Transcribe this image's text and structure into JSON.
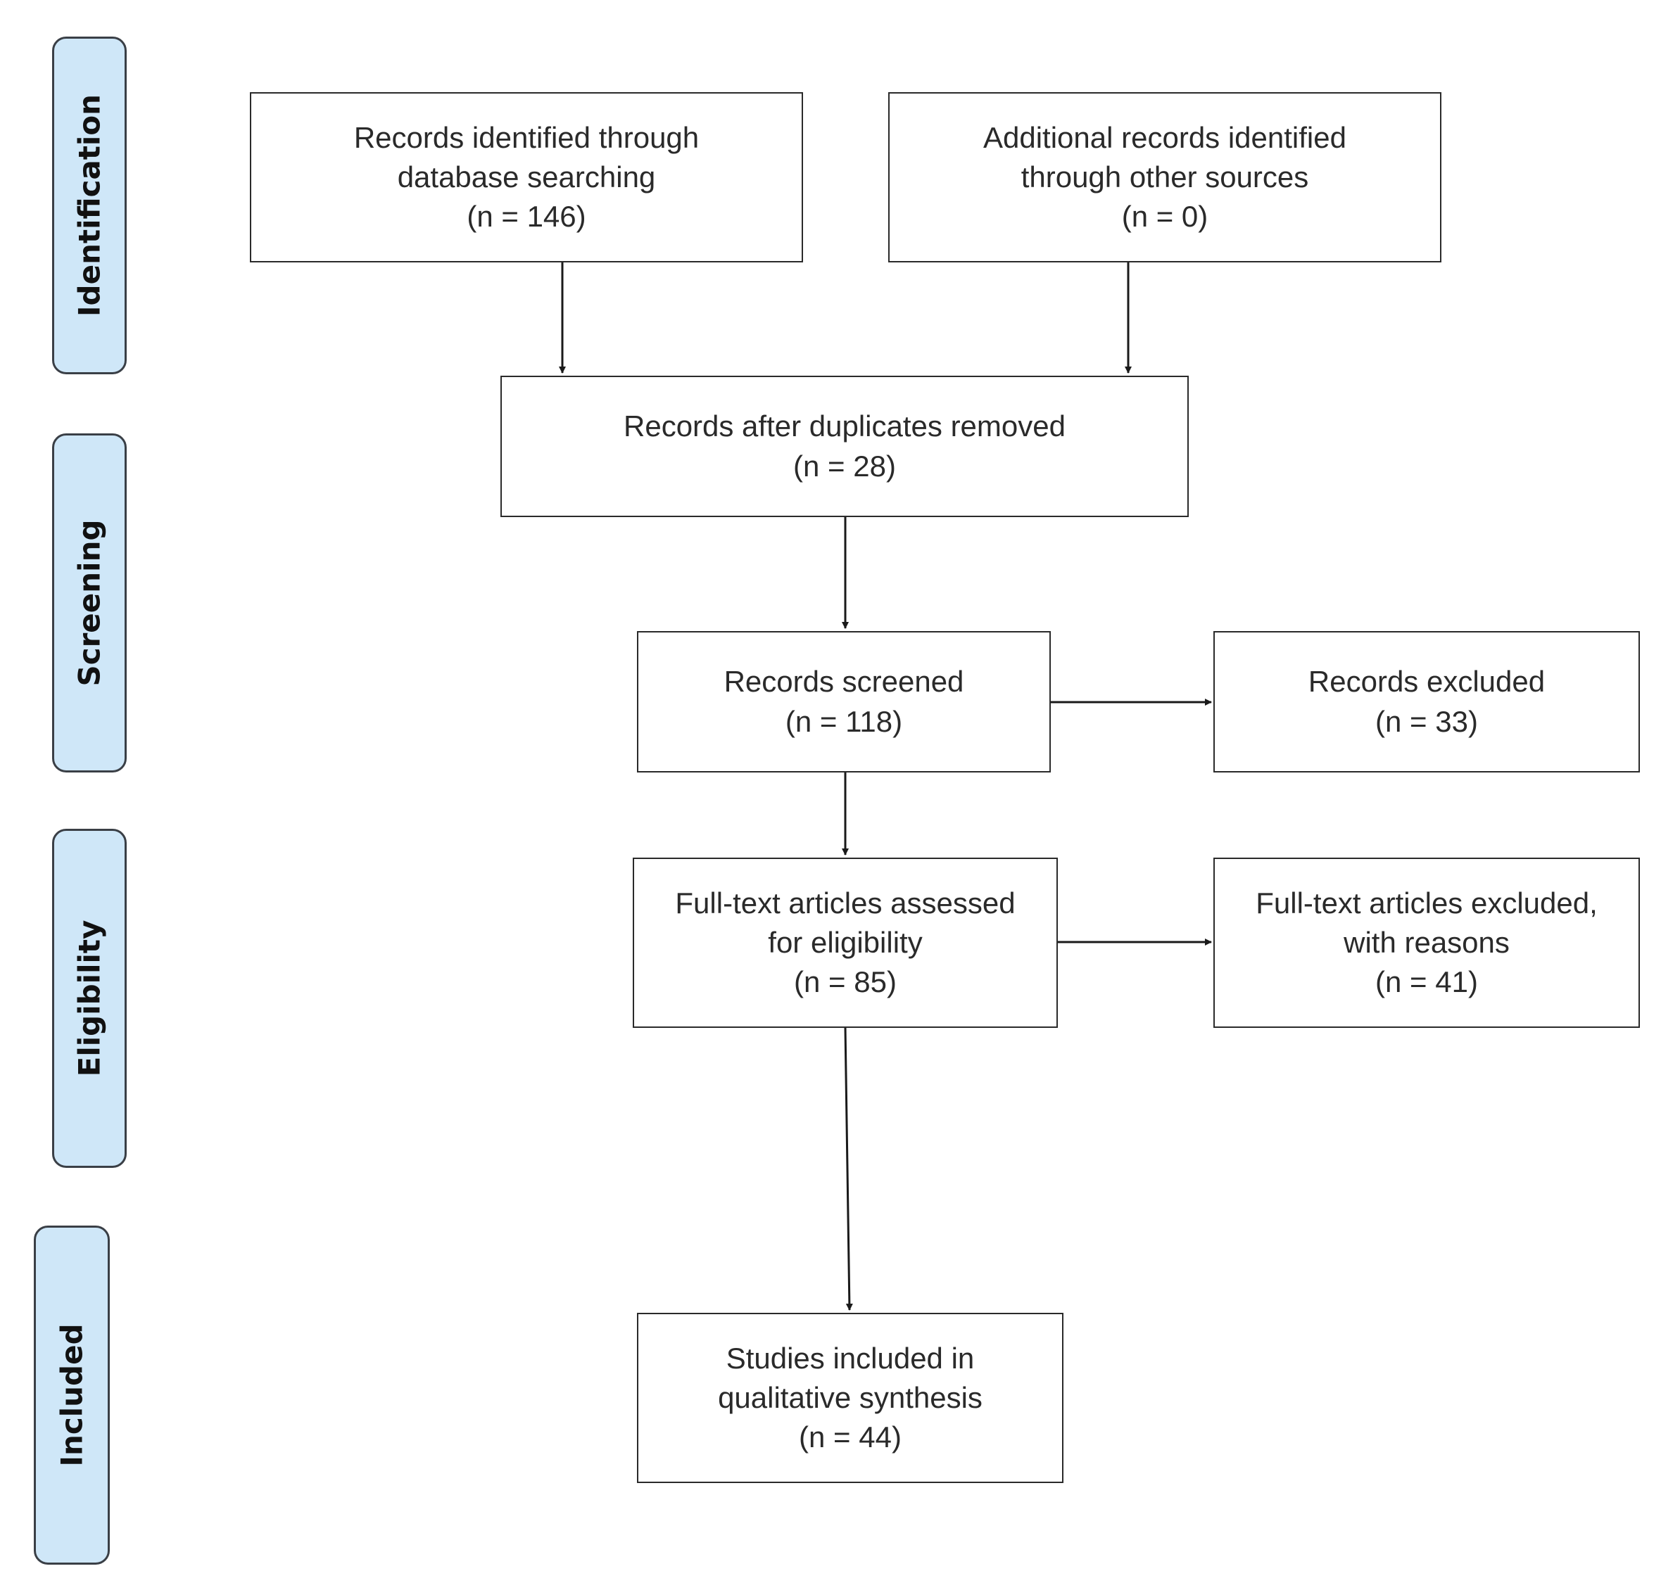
{
  "phases": {
    "identification": "Identification",
    "screening": "Screening",
    "eligibility": "Eligibility",
    "included": "Included"
  },
  "boxes": {
    "database_records": [
      "Records identified through",
      "database searching",
      "(n = 146)"
    ],
    "other_sources": [
      "Additional records identified",
      "through other sources",
      "(n = 0)"
    ],
    "after_duplicates": [
      "Records after duplicates removed",
      "(n = 28)"
    ],
    "screened": [
      "Records screened",
      "(n = 118)"
    ],
    "excluded": [
      "Records excluded",
      "(n = 33)"
    ],
    "fulltext_assessed": [
      "Full-text articles assessed",
      "for eligibility",
      "(n =  85)"
    ],
    "fulltext_excluded": [
      "Full-text articles excluded,",
      "with reasons",
      "(n =  41)"
    ],
    "included_studies": [
      "Studies included in",
      "qualitative synthesis",
      "(n = 44)"
    ]
  },
  "colors": {
    "phase_fill": "#cfe7f8",
    "phase_border": "#3a3f46",
    "box_border": "#2a2a2a",
    "arrow": "#1a1a1a"
  }
}
